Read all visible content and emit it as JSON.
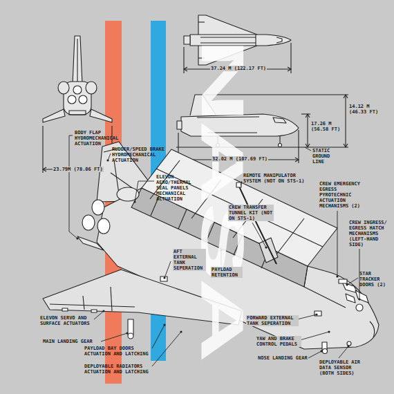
{
  "diagram": {
    "labels": [
      "NASA",
      "23.79M (78.06 FT)",
      "37.24 M (122.17 FT)",
      "14.12 M (46.33 FT)",
      "17.26 M (56.58 FT)",
      "32.02 M (107.69 FT)",
      "STATIC GROUND LINE",
      "BODY FLAP HYDROMECHANICAL ACTUATION",
      "RUDDER/SPEED BRAKE HYDROMECHANICAL ACTUATION",
      "ELEVON AERO/THERMAL SEAL PANELS MECHANICAL ACTUATION",
      "REMOTE MANIPULATOR SYSTEM (NOT ON STS-1)",
      "CREW EMERGENCY EGRESS PYROTECHNIC ACTUATION MECHANISMS (2)",
      "CREW TRANSFER TUNNEL KIT (NOT ON STS-1)",
      "CREW INGRESS/ EGRESS HATCH MECHANISMS (LEFT-HAND SIDE)",
      "AFT EXTERNAL TANK SEPERATION",
      "PAYLOAD RETENTION",
      "STAR TRACKER DOORS (2)",
      "ELEVON SERVO AND SURFACE ACTUATORS",
      "MAIN LANDING GEAR",
      "FORWARD EXTERNAL TANK SEPERATION",
      "YAW AND BRAKE CONTROL PEDALS",
      "PAYLOAD BAY DOORS ACTUATION AND LATCHING",
      "NOSE LANDING GEAR",
      "DEPLOYABLE RADIATORS ACTUATION AND LATCHING",
      "DEPLOYABLE AIR DATA SENSOR (BOTH SIDES)"
    ]
  }
}
